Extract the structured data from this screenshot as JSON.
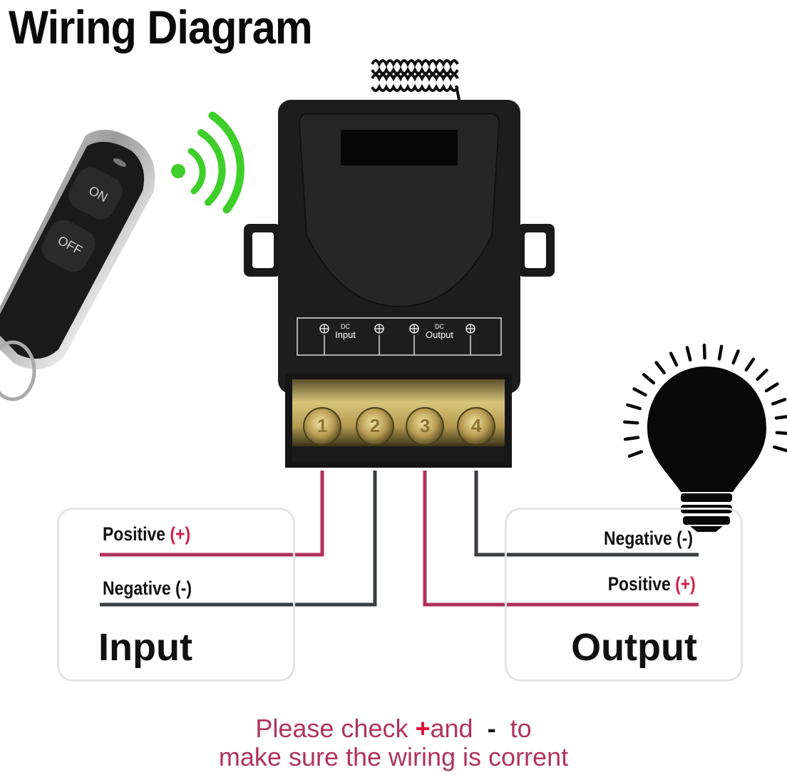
{
  "title": "Wiring Diagram",
  "remote": {
    "on_label": "ON",
    "off_label": "OFF"
  },
  "module": {
    "input_dc": "DC",
    "input_label": "Input",
    "output_dc": "DC",
    "output_label": "Output",
    "terminals": [
      "1",
      "2",
      "3",
      "4"
    ]
  },
  "input_box": {
    "positive_label": "Positive",
    "positive_sign": "(+)",
    "negative_label": "Negative (-)",
    "heading": "Input"
  },
  "output_box": {
    "negative_label": "Negative (-)",
    "positive_label": "Positive",
    "positive_sign": "(+)",
    "heading": "Output"
  },
  "note": {
    "line1_a": "Please check",
    "line1_plus": "+",
    "line1_b": "and",
    "line1_minus": "-",
    "line1_c": "to",
    "line2": "make sure the wiring is corrent"
  },
  "colors": {
    "positive_wire": "#b2305a",
    "negative_wire": "#3a3d40",
    "signal": "#3fcf2a",
    "module_body": "#1d1d1d",
    "terminal_brass": "#c9b36a"
  }
}
